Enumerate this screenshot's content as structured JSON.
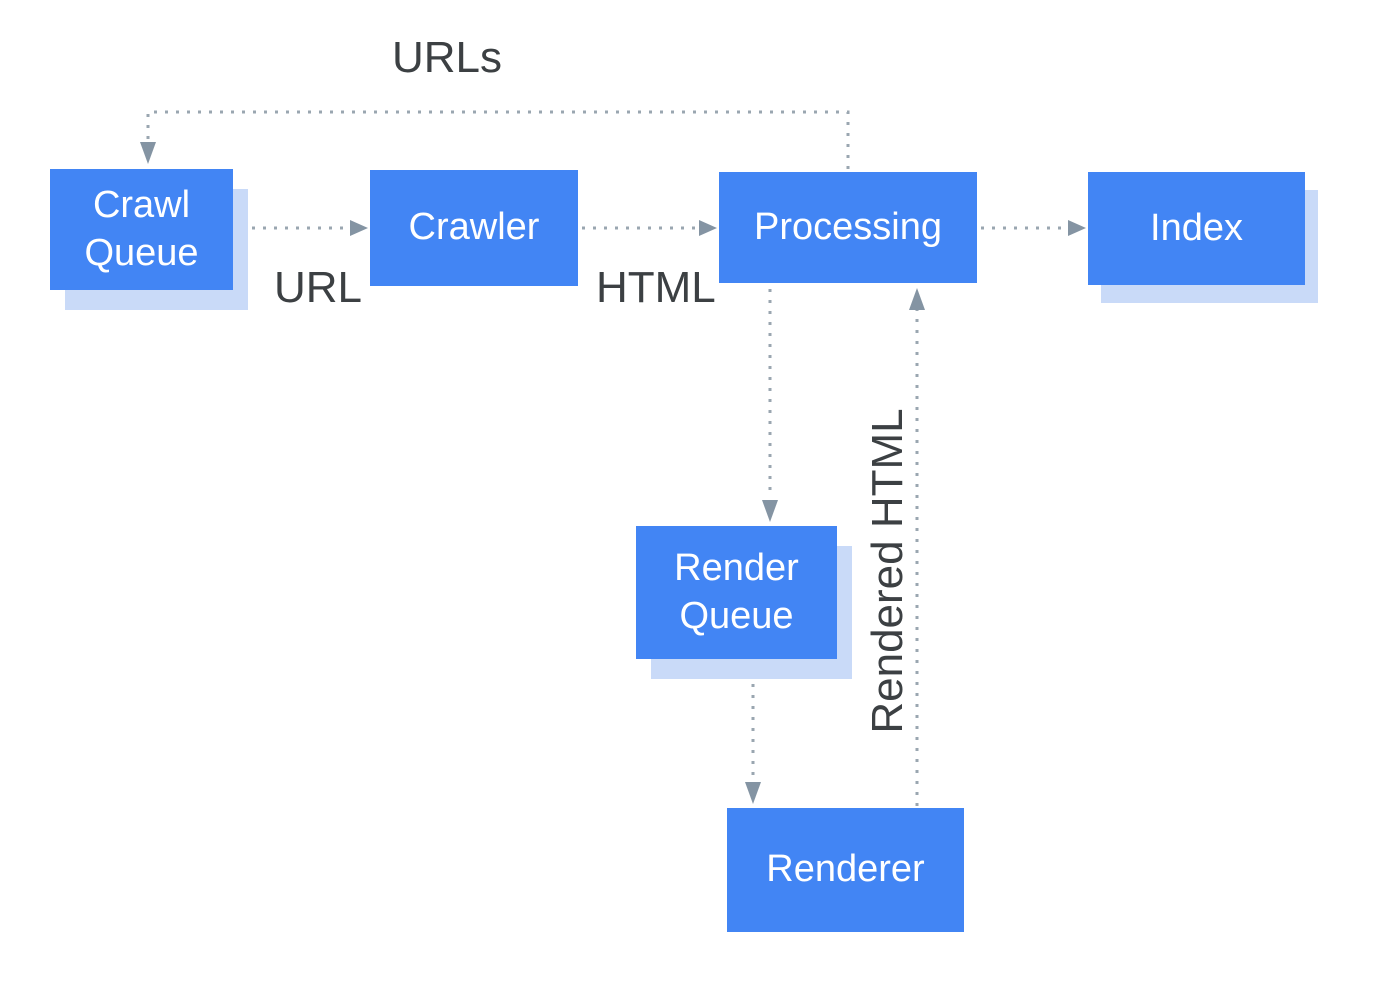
{
  "diagram": {
    "nodes": [
      {
        "id": "crawl-queue",
        "label": "Crawl Queue"
      },
      {
        "id": "crawler",
        "label": "Crawler"
      },
      {
        "id": "processing",
        "label": "Processing"
      },
      {
        "id": "index",
        "label": "Index"
      },
      {
        "id": "render-queue",
        "label": "Render Queue"
      },
      {
        "id": "renderer",
        "label": "Renderer"
      }
    ],
    "edges": [
      {
        "from": "crawl-queue",
        "to": "crawler",
        "label": "URL"
      },
      {
        "from": "crawler",
        "to": "processing",
        "label": "HTML"
      },
      {
        "from": "processing",
        "to": "index",
        "label": ""
      },
      {
        "from": "processing",
        "to": "crawl-queue",
        "label": "URLs"
      },
      {
        "from": "processing",
        "to": "render-queue",
        "label": ""
      },
      {
        "from": "render-queue",
        "to": "renderer",
        "label": ""
      },
      {
        "from": "renderer",
        "to": "processing",
        "label": "Rendered HTML"
      }
    ],
    "colors": {
      "node_fill": "#4285F4",
      "node_shadow": "#C9DAF8",
      "node_text": "#FFFFFF",
      "edge_line": "#9AA6B0",
      "arrowhead": "#8494A3",
      "edge_label_text": "#3C4043",
      "background": "#FFFFFF"
    }
  }
}
